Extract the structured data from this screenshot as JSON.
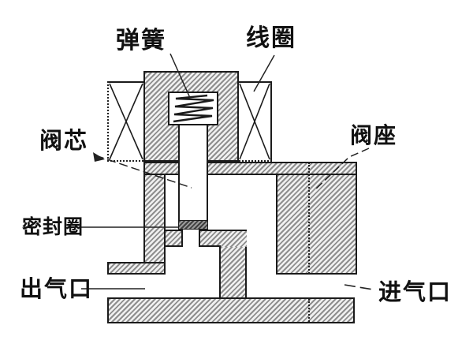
{
  "labels": {
    "spring": {
      "text": "弹簧"
    },
    "coil": {
      "text": "线圈"
    },
    "valve_core": {
      "text": "阀芯"
    },
    "valve_seat": {
      "text": "阀座"
    },
    "seal_ring": {
      "text": "密封圈"
    },
    "outlet": {
      "text": "出气口"
    },
    "inlet": {
      "text": "进气口"
    }
  },
  "colors": {
    "line": "#1b1b1b",
    "hatch_dark": "#8e8e8e",
    "hatch_light": "#f1f1f1",
    "seal_dark": "#3f3f3f",
    "background": "#ffffff"
  }
}
